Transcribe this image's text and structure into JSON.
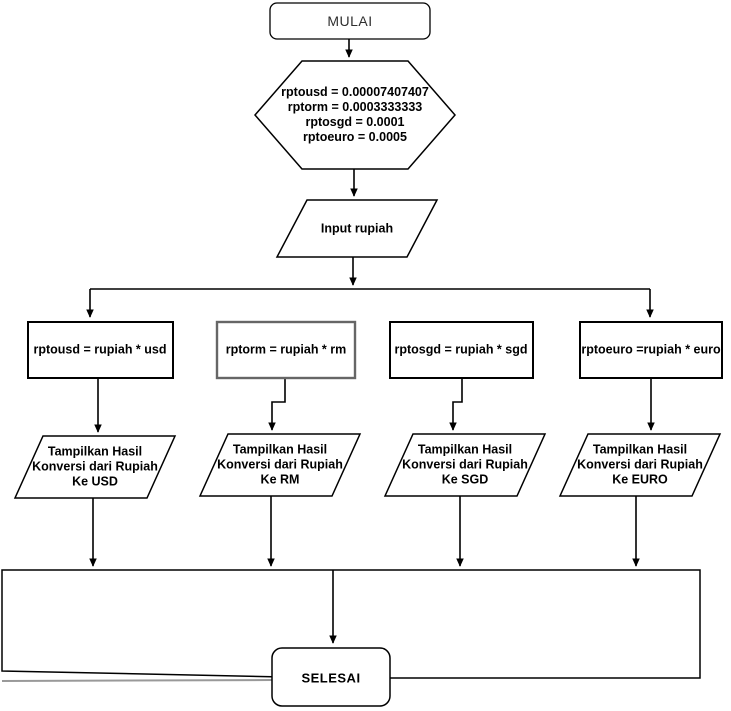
{
  "canvas": {
    "background": "#ffffff",
    "stroke_color": "#000000",
    "muted_line_color": "#999999",
    "secondary_box_border": "#666666"
  },
  "nodes": {
    "start": {
      "shape": "rounded-rectangle",
      "label": "MULAI"
    },
    "init": {
      "shape": "hexagon",
      "lines": [
        "rptousd = 0.00007407407",
        "rptorm = 0.0003333333",
        "rptosgd = 0.0001",
        "rptoeuro = 0.0005"
      ]
    },
    "input": {
      "shape": "parallelogram",
      "label": "Input rupiah"
    },
    "process_usd": {
      "shape": "rectangle",
      "label": "rptousd = rupiah * usd"
    },
    "process_rm": {
      "shape": "rectangle",
      "label": "rptorm = rupiah * rm"
    },
    "process_sgd": {
      "shape": "rectangle",
      "label": "rptosgd = rupiah * sgd"
    },
    "process_euro": {
      "shape": "rectangle",
      "label": "rptoeuro =rupiah * euro"
    },
    "output_usd": {
      "shape": "parallelogram",
      "lines": [
        "Tampilkan Hasil",
        "Konversi dari Rupiah",
        "Ke USD"
      ]
    },
    "output_rm": {
      "shape": "parallelogram",
      "lines": [
        "Tampilkan Hasil",
        "Konversi dari Rupiah",
        "Ke RM"
      ]
    },
    "output_sgd": {
      "shape": "parallelogram",
      "lines": [
        "Tampilkan Hasil",
        "Konversi dari Rupiah",
        "Ke SGD"
      ]
    },
    "output_euro": {
      "shape": "parallelogram",
      "lines": [
        "Tampilkan Hasil",
        "Konversi dari Rupiah",
        "Ke EURO"
      ]
    },
    "end": {
      "shape": "rounded-rectangle",
      "label": "SELESAI"
    }
  }
}
